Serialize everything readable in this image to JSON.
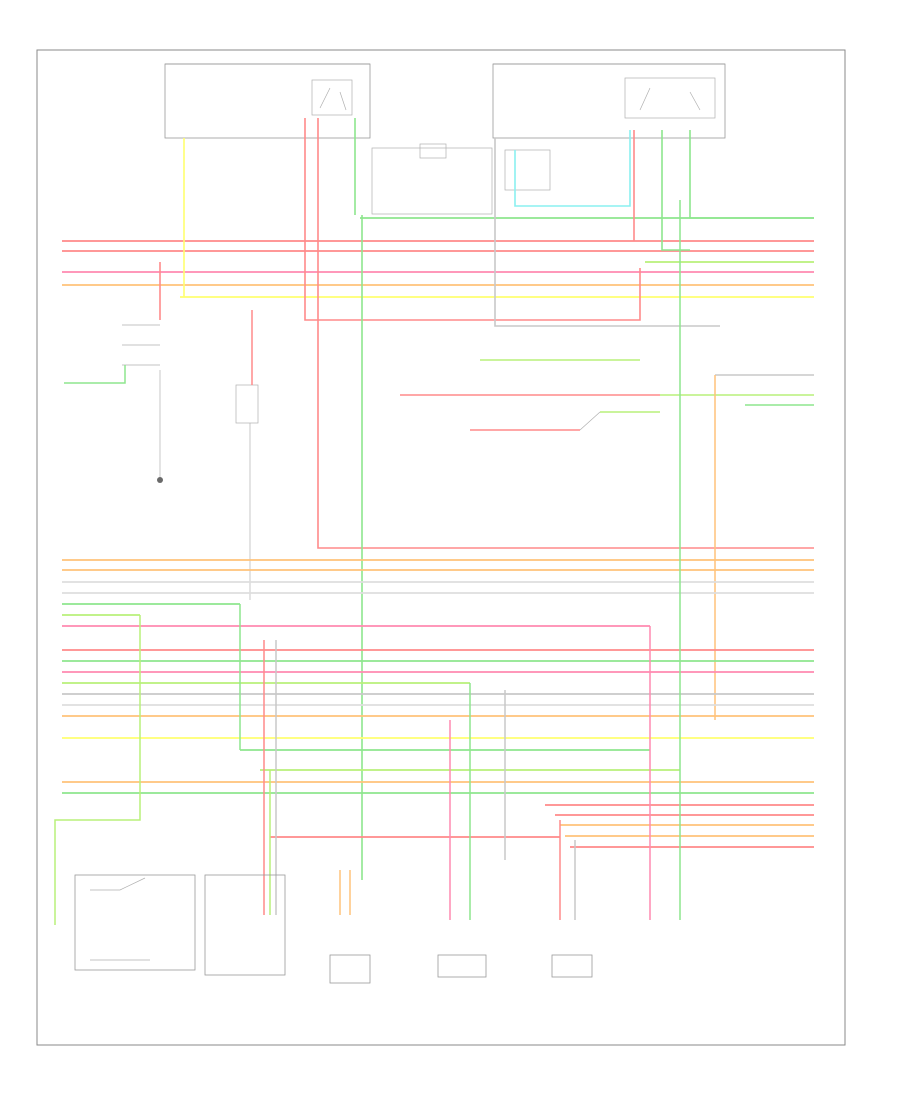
{
  "document": {
    "id": ""
  },
  "colors": {
    "red": "#ff8a8a",
    "pink": "#ff8ab0",
    "yellow": "#ffff70",
    "orange": "#ffc27a",
    "green": "#8ee68e",
    "lightgreen": "#b8f07a",
    "cyan": "#8af0f0",
    "gray": "#c8c8c8",
    "lightgray": "#dedede",
    "black": "#7a7a7a"
  },
  "wire_colors_top": [
    "red",
    "red",
    "pink",
    "orange",
    "yellow"
  ],
  "wire_colors_middle": [
    "orange",
    "orange",
    "orange",
    "lightgray",
    "lightgray",
    "pink"
  ],
  "wire_colors_lower": [
    "red",
    "green",
    "pink",
    "gray",
    "lightgray",
    "orange",
    "lightgreen"
  ],
  "wire_colors_bottom": [
    "orange",
    "green",
    "red",
    "red",
    "orange",
    "orange",
    "red"
  ]
}
